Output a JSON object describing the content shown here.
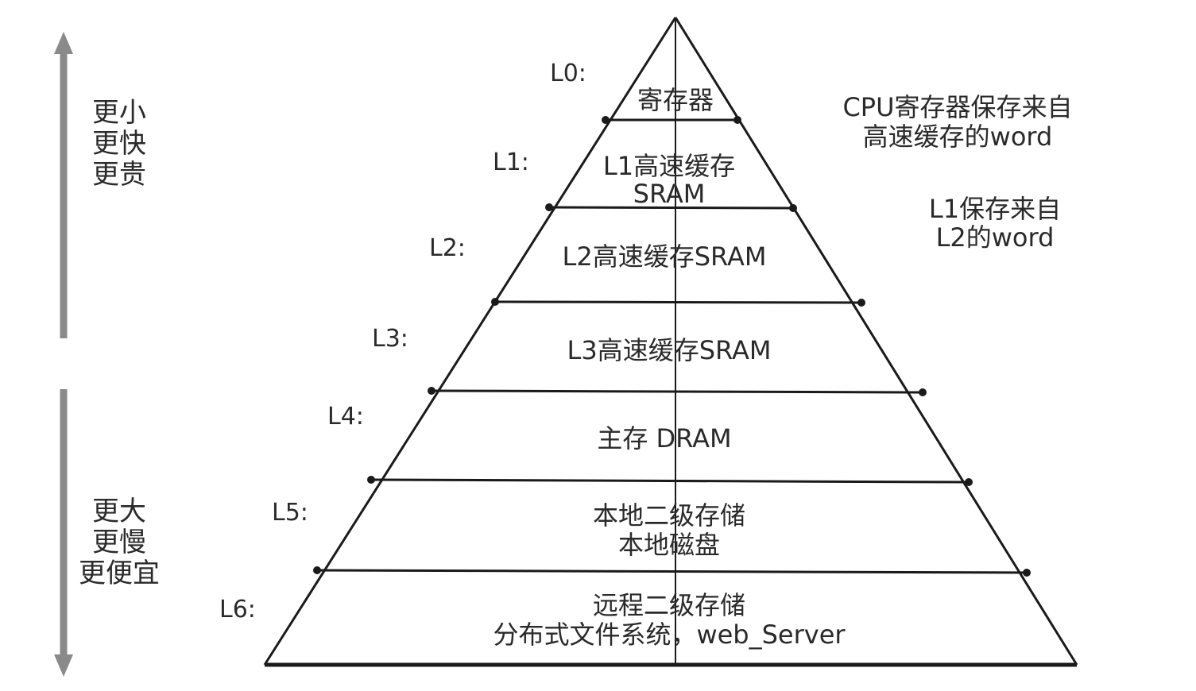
{
  "left_top_labels": [
    "更小",
    "更快",
    "更贵"
  ],
  "left_bottom_labels": [
    "更大",
    "更慢",
    "更便宜"
  ],
  "levels": [
    {
      "id": "L0:",
      "lines": [
        "寄存器"
      ]
    },
    {
      "id": "L1:",
      "lines": [
        "L1高速缓存",
        "SRAM"
      ]
    },
    {
      "id": "L2:",
      "lines": [
        "L2高速缓存SRAM"
      ]
    },
    {
      "id": "L3:",
      "lines": [
        "L3高速缓存SRAM"
      ]
    },
    {
      "id": "L4:",
      "lines": [
        "主存 DRAM"
      ]
    },
    {
      "id": "L5:",
      "lines": [
        "本地二级存储",
        "本地磁盘"
      ]
    },
    {
      "id": "L6:",
      "lines": [
        "远程二级存储",
        "分布式文件系统，web_Server"
      ]
    }
  ],
  "notes": [
    {
      "lines": [
        "CPU寄存器保存来自",
        "高速缓存的word"
      ]
    },
    {
      "lines": [
        "L1保存来自",
        "L2的word"
      ]
    }
  ],
  "colors": {
    "line": "#1a1a1a",
    "arrow": "#8a8a8a",
    "text": "#2a2a2a"
  }
}
